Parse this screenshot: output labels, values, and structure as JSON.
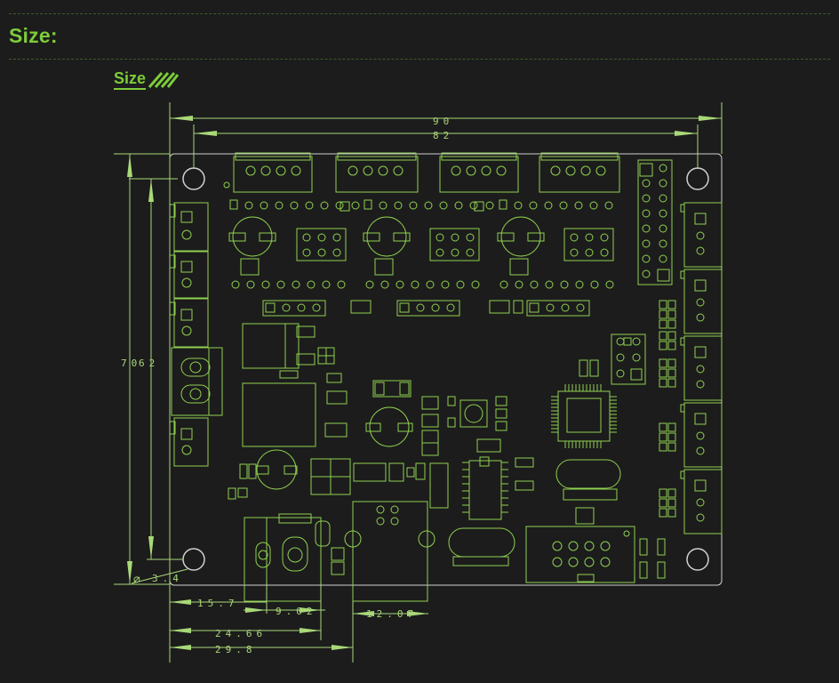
{
  "section": {
    "heading": "Size:"
  },
  "figure": {
    "label": "Size",
    "dimensions": {
      "width_outer": "90",
      "width_holes": "82",
      "height_outer": "70",
      "height_holes": "62",
      "hole_diameter": "3.4",
      "dim_15_7": "15.7",
      "dim_9_02": "9.02",
      "dim_12_07": "12.07",
      "dim_24_66": "24.66",
      "dim_29_8": "29.8"
    }
  },
  "colors": {
    "line": "#8fd14f",
    "heading": "#7dcc3a",
    "background": "#1c1c1c",
    "board": "#d0d0d0"
  }
}
